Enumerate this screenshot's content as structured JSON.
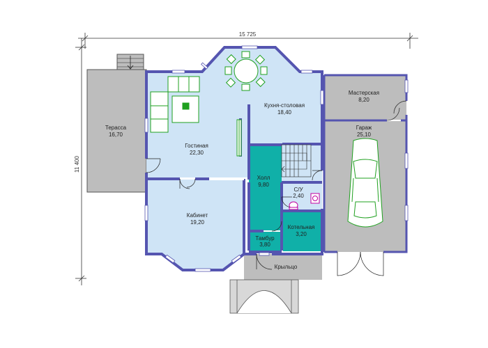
{
  "dimensions": {
    "width": "15 725",
    "height": "11 400"
  },
  "rooms": [
    {
      "id": "terrace",
      "name": "Терасса",
      "area": "16,70"
    },
    {
      "id": "kitchen",
      "name": "Кухня-столовая",
      "area": "18,40"
    },
    {
      "id": "workshop",
      "name": "Мастерская",
      "area": "8,20"
    },
    {
      "id": "garage",
      "name": "Гараж",
      "area": "25,10"
    },
    {
      "id": "living",
      "name": "Гостиная",
      "area": "22,30"
    },
    {
      "id": "hall",
      "name": "Холл",
      "area": "9,80"
    },
    {
      "id": "wc",
      "name": "С/У",
      "area": "2,40"
    },
    {
      "id": "office",
      "name": "Кабинет",
      "area": "19,20"
    },
    {
      "id": "boiler",
      "name": "Котельная",
      "area": "3,20"
    },
    {
      "id": "vestibule",
      "name": "Тамбур",
      "area": "3,80"
    }
  ],
  "porch": {
    "name": "Крыльцо"
  },
  "colors": {
    "wall": "#5555b0",
    "light_room": "#cfe4f6",
    "gray_room": "#bdbdbd",
    "teal_room": "#10b0a8",
    "furniture": "#1fa01f"
  }
}
